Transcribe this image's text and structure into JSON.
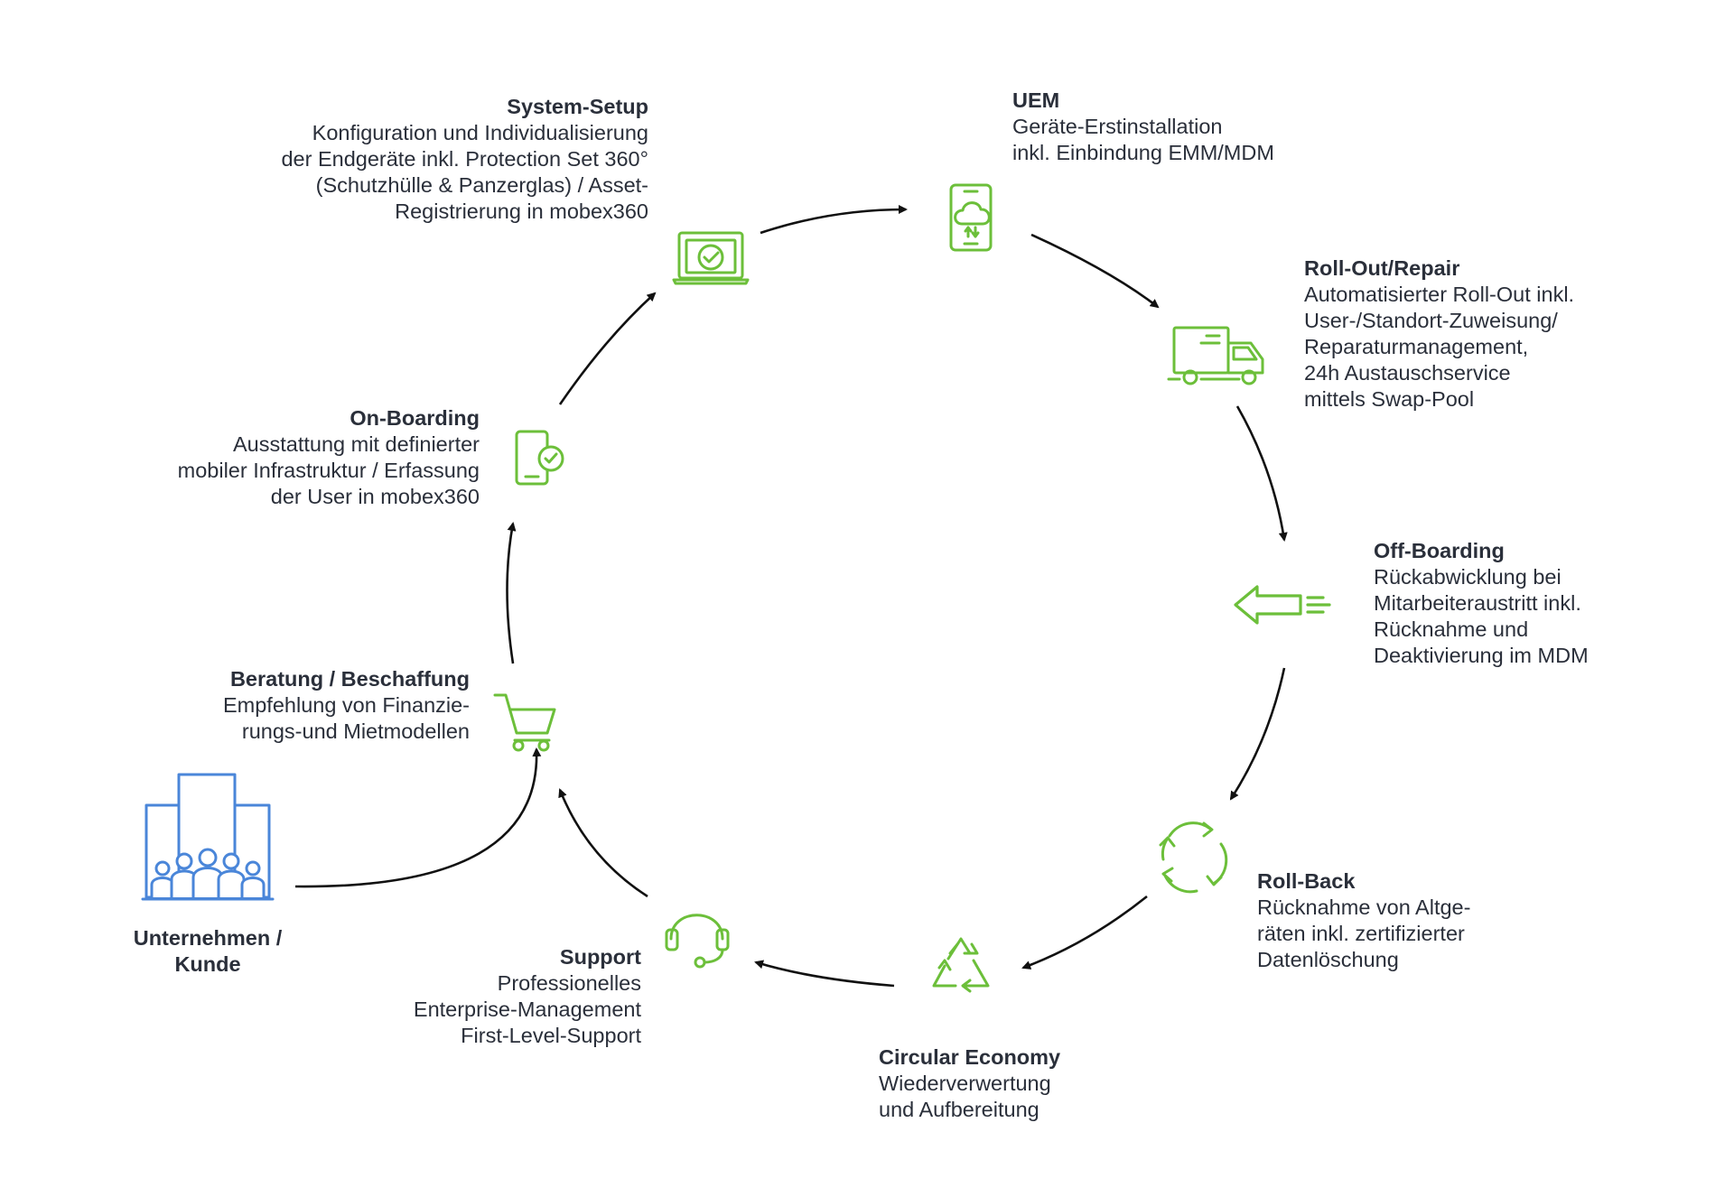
{
  "colors": {
    "icon_green": "#6cbf3a",
    "customer_blue": "#4a86d9",
    "arrow": "#111111",
    "title_text": "#15192a",
    "body_text": "#2a2f3a"
  },
  "nodes": {
    "system_setup": {
      "title": "System-Setup",
      "lines": [
        "Konfiguration und Individualisierung",
        "der Endgeräte inkl. Protection Set 360°",
        "(Schutzhülle & Panzerglas) / Asset-",
        "Registrierung in mobex360"
      ],
      "icon": "laptop-check-icon"
    },
    "uem": {
      "title": "UEM",
      "lines": [
        "Geräte-Erstinstallation",
        "inkl. Einbindung EMM/MDM"
      ],
      "icon": "phone-cloud-icon"
    },
    "rollout": {
      "title": "Roll-Out/Repair",
      "lines": [
        "Automatisierter Roll-Out inkl.",
        "User-/Standort-Zuweisung/",
        "Reparaturmanagement,",
        "24h Austauschservice",
        "mittels Swap-Pool"
      ],
      "icon": "truck-icon"
    },
    "offboarding": {
      "title": "Off-Boarding",
      "lines": [
        "Rückabwicklung bei",
        "Mitarbeiteraustritt inkl.",
        "Rücknahme und",
        "Deaktivierung im MDM"
      ],
      "icon": "arrow-left-fast-icon"
    },
    "rollback": {
      "title": "Roll-Back",
      "lines": [
        "Rücknahme von Altge-",
        "räten inkl. zertifizierter",
        "Datenlöschung"
      ],
      "icon": "refresh-cycle-icon"
    },
    "circular": {
      "title": "Circular Economy",
      "lines": [
        "Wiederverwertung",
        "und Aufbereitung"
      ],
      "icon": "recycle-icon"
    },
    "support": {
      "title": "Support",
      "lines": [
        "Professionelles",
        "Enterprise-Management",
        "First-Level-Support"
      ],
      "icon": "headset-icon"
    },
    "beratung": {
      "title": "Beratung / Beschaffung",
      "lines": [
        "Empfehlung von Finanzie-",
        "rungs-und Mietmodellen"
      ],
      "icon": "shopping-cart-icon"
    },
    "onboarding": {
      "title": "On-Boarding",
      "lines": [
        "Ausstattung mit definierter",
        "mobiler Infrastruktur / Erfassung",
        "der User in mobex360"
      ],
      "icon": "phone-check-icon"
    },
    "customer": {
      "title_lines": [
        "Unternehmen /",
        "Kunde"
      ],
      "icon": "company-people-icon"
    }
  }
}
